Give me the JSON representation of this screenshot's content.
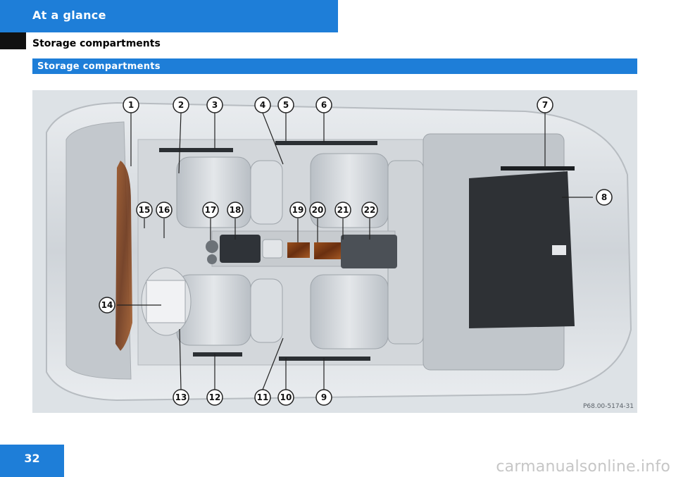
{
  "header": {
    "section": "At a glance",
    "page_title": "Storage compartments",
    "section_bar_title": "Storage compartments"
  },
  "figure": {
    "code": "P68.00-5174-31",
    "callouts": [
      "1",
      "2",
      "3",
      "4",
      "5",
      "6",
      "7",
      "8",
      "9",
      "10",
      "11",
      "12",
      "13",
      "14",
      "15",
      "16",
      "17",
      "18",
      "19",
      "20",
      "21",
      "22"
    ]
  },
  "footer": {
    "page_number": "32",
    "watermark": "carmanualsonline.info"
  },
  "colors": {
    "accent_blue": "#1e7ed8",
    "woodgrain": "#7a3b14"
  }
}
